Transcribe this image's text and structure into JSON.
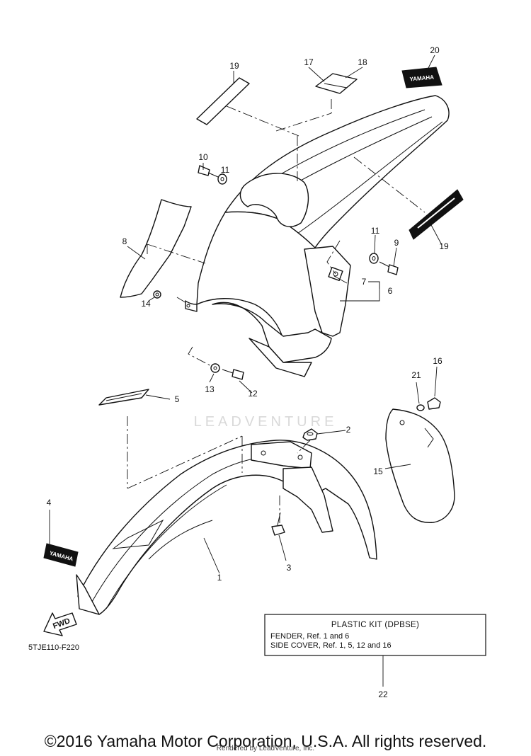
{
  "diagram_code": "5TJE110-F220",
  "fwd_label": "FWD",
  "decal_brand": "YAMAHA",
  "watermark": "LEADVENTURE",
  "callouts": [
    "1",
    "2",
    "3",
    "4",
    "5",
    "6",
    "7",
    "8",
    "9",
    "10",
    "11",
    "11",
    "12",
    "13",
    "14",
    "15",
    "16",
    "17",
    "18",
    "19",
    "19",
    "20",
    "21",
    "22"
  ],
  "plastic_kit": {
    "title": "PLASTIC KIT (DPBSE)",
    "line1": "FENDER, Ref. 1 and 6",
    "line2": "SIDE COVER, Ref. 1, 5, 12 and 16"
  },
  "copyright": "©2016 Yamaha Motor Corporation, U.S.A. All rights reserved.",
  "rendered_by": "Rendered by LeadVenture, Inc."
}
